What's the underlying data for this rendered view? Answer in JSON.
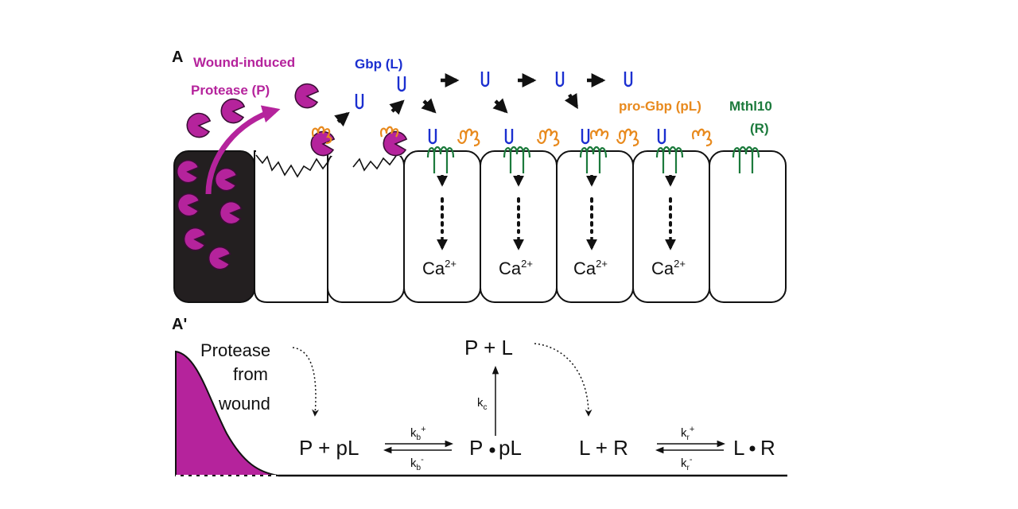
{
  "panel_a": {
    "label": "A",
    "protease_label_1": "Wound-induced",
    "protease_label_2": "Protease (P)",
    "gbp_label": "Gbp (L)",
    "progbp_label": "pro-Gbp (pL)",
    "receptor_label_1": "Mthl10",
    "receptor_label_2": "(R)",
    "ion": "Ca",
    "ion_charge": "2+"
  },
  "panel_a_prime": {
    "label": "A'",
    "source_line_1": "Protease",
    "source_line_2": "from",
    "source_line_3": "wound",
    "top_species": "P + L",
    "kc": "k",
    "kc_sub": "c",
    "reactant_1": "P + pL",
    "kb": "k",
    "kb_sub": "b",
    "kb_plus": "+",
    "kb_minus": "-",
    "complex_1_p": "P",
    "complex_1_pl": "pL",
    "reactant_2": "L + R",
    "kr": "k",
    "kr_sub": "r",
    "kr_plus": "+",
    "kr_minus": "-",
    "complex_2_l": "L",
    "complex_2_r": "R"
  },
  "colors": {
    "protease": "#b5239c",
    "gbp": "#1b2fd0",
    "progbp": "#e88a1e",
    "receptor": "#1c7a3c",
    "cell_dark": "#231f20",
    "ink": "#111111"
  }
}
